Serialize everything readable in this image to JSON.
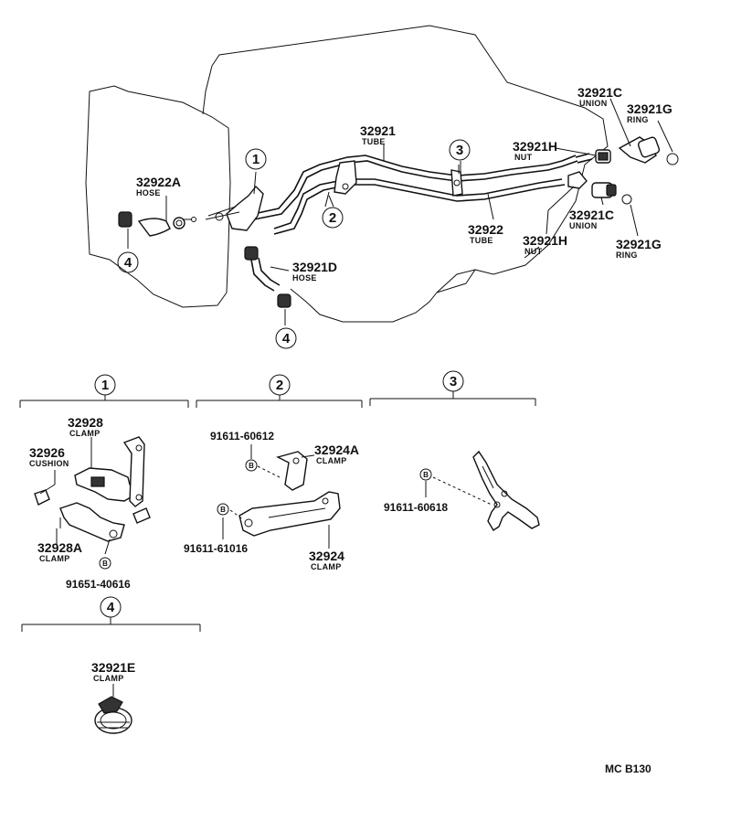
{
  "labels": {
    "p32921": {
      "num": "32921",
      "sub": "TUBE"
    },
    "p32921c_top": {
      "num": "32921C",
      "sub": "UNION"
    },
    "p32921g_top": {
      "num": "32921G",
      "sub": "RING"
    },
    "p32921h_top": {
      "num": "32921H",
      "sub": "NUT"
    },
    "p32922a": {
      "num": "32922A",
      "sub": "HOSE"
    },
    "p32922": {
      "num": "32922",
      "sub": "TUBE"
    },
    "p32921c_mid": {
      "num": "32921C",
      "sub": "UNION"
    },
    "p32921h_mid": {
      "num": "32921H",
      "sub": "NUT"
    },
    "p32921g_mid": {
      "num": "32921G",
      "sub": "RING"
    },
    "p32921d": {
      "num": "32921D",
      "sub": "HOSE"
    },
    "p32928": {
      "num": "32928",
      "sub": "CLAMP"
    },
    "p32926": {
      "num": "32926",
      "sub": "CUSHION"
    },
    "p32928a": {
      "num": "32928A",
      "sub": "CLAMP"
    },
    "p32924a": {
      "num": "32924A",
      "sub": "CLAMP"
    },
    "p32924": {
      "num": "32924",
      "sub": "CLAMP"
    },
    "p32921e": {
      "num": "32921E",
      "sub": "CLAMP"
    }
  },
  "codes": {
    "c91651": "91651-40616",
    "c91611_60612": "91611-60612",
    "c91611_61016": "91611-61016",
    "c91611_60618": "91611-60618"
  },
  "callouts": {
    "one": "1",
    "two": "2",
    "three": "3",
    "four": "4"
  },
  "bolt_mark": "B",
  "diagram_id": "MC B130"
}
